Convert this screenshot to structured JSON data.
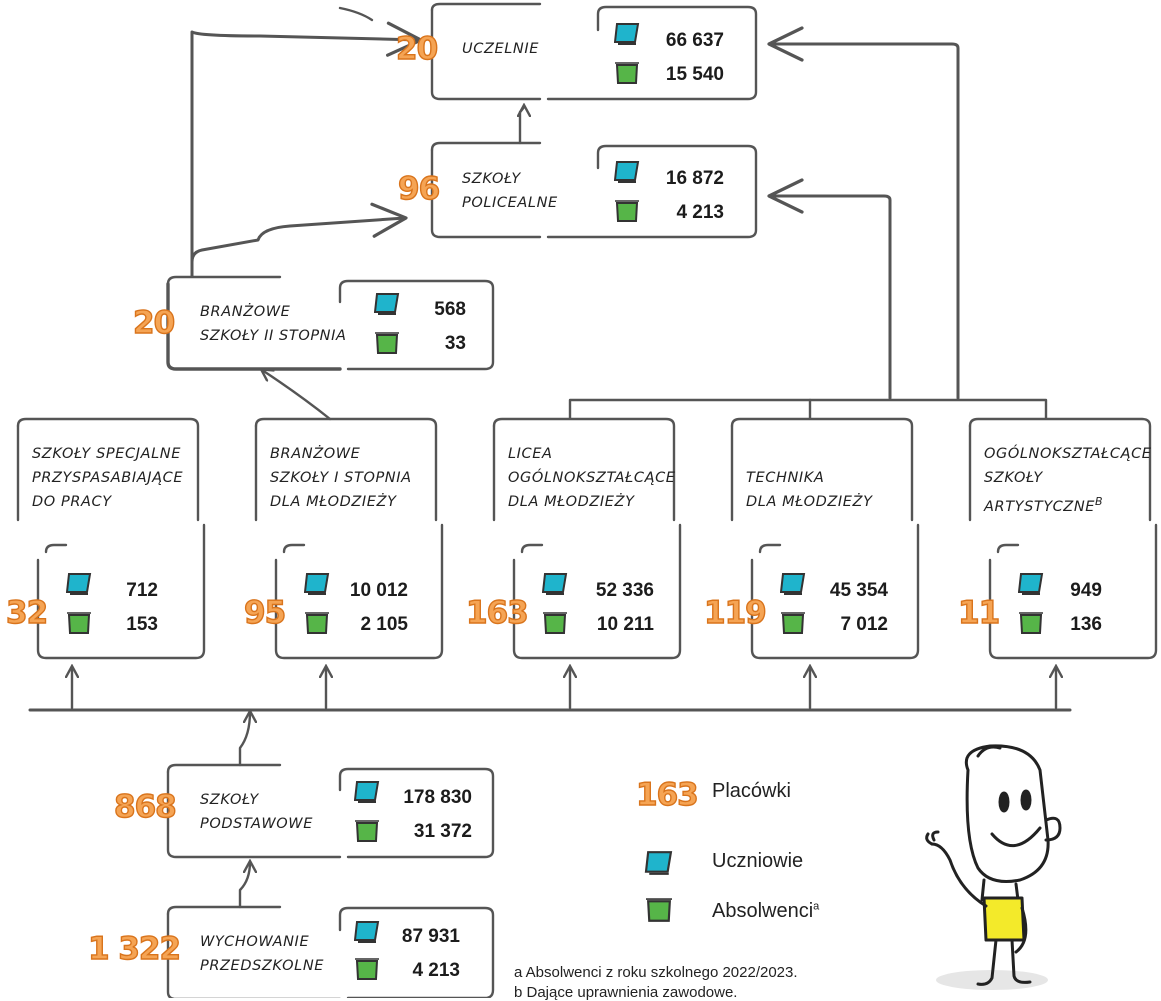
{
  "uczelnie": {
    "name": "UCZELNIE",
    "count": "20",
    "students": "66 637",
    "graduates": "15 540"
  },
  "policealne": {
    "name_l1": "SZKOŁY",
    "name_l2": "POLICEALNE",
    "count": "96",
    "students": "16 872",
    "graduates": "4 213"
  },
  "branzowe2": {
    "name_l1": "BRANŻOWE",
    "name_l2": "SZKOŁY II STOPNIA",
    "count": "20",
    "students": "568",
    "graduates": "33"
  },
  "specjalne": {
    "name_l1": "SZKOŁY SPECJALNE",
    "name_l2": "PRZYSPASABIAJĄCE",
    "name_l3": "DO PRACY",
    "count": "32",
    "students": "712",
    "graduates": "153"
  },
  "branzowe1": {
    "name_l1": "BRANŻOWE",
    "name_l2": "SZKOŁY I STOPNIA",
    "name_l3": "DLA MŁODZIEŻY",
    "count": "95",
    "students": "10 012",
    "graduates": "2 105"
  },
  "licea": {
    "name_l1": "LICEA",
    "name_l2": "OGÓLNOKSZTAŁCĄCE",
    "name_l3": "DLA MŁODZIEŻY",
    "count": "163",
    "students": "52 336",
    "graduates": "10 211"
  },
  "technika": {
    "name_l1": "TECHNIKA",
    "name_l2": "DLA MŁODZIEŻY",
    "count": "119",
    "students": "45 354",
    "graduates": "7 012"
  },
  "artystyczne": {
    "name_l1": "OGÓLNOKSZTAŁCĄCE",
    "name_l2": "SZKOŁY",
    "name_l3": "ARTYSTYCZNE",
    "note": "b",
    "count": "11",
    "students": "949",
    "graduates": "136"
  },
  "podstawowe": {
    "name_l1": "SZKOŁY",
    "name_l2": "PODSTAWOWE",
    "count": "868",
    "students": "178 830",
    "graduates": "31 372"
  },
  "przedszkolne": {
    "name_l1": "WYCHOWANIE",
    "name_l2": "PRZEDSZKOLNE",
    "count": "1 322",
    "students": "87 931",
    "graduates": "4 213"
  },
  "legend": {
    "sample_count": "163",
    "placowki": "Placówki",
    "uczniowie": "Uczniowie",
    "absolwenci": "Absolwenci",
    "absolwenci_note": "a"
  },
  "footnotes": {
    "a": "a Absolwenci z roku szkolnego 2022/2023.",
    "b": "b Dające uprawnienia zawodowe."
  },
  "colors": {
    "students_icon": "#1fb4cc",
    "graduates_icon": "#56b548",
    "count_orange": "#f5a454",
    "line": "#555555",
    "shirt": "#f3ea2a"
  }
}
